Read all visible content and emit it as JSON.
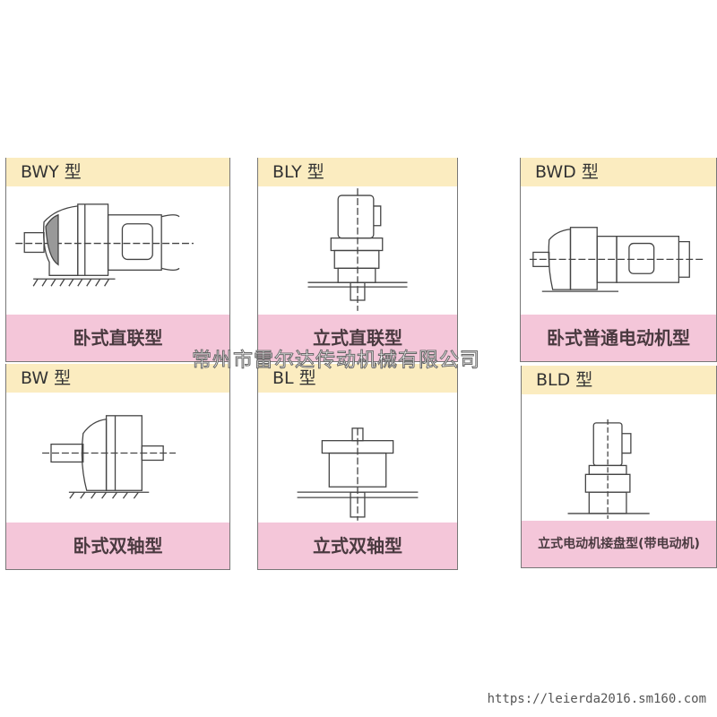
{
  "cells": [
    {
      "model": "BWY 型",
      "desc": "卧式直联型"
    },
    {
      "model": "BLY 型",
      "desc": "立式直联型"
    },
    {
      "model": "BWD 型",
      "desc": "卧式普通电动机型"
    },
    {
      "model": "BW 型",
      "desc": "卧式双轴型"
    },
    {
      "model": "BL 型",
      "desc": "立式双轴型"
    },
    {
      "model": "BLD  型",
      "desc": "立式电动机接盘型(带电动机)"
    }
  ],
  "watermark": "常州市雷尔达传动机械有限公司",
  "url": "https://leierda2016.sm160.com"
}
